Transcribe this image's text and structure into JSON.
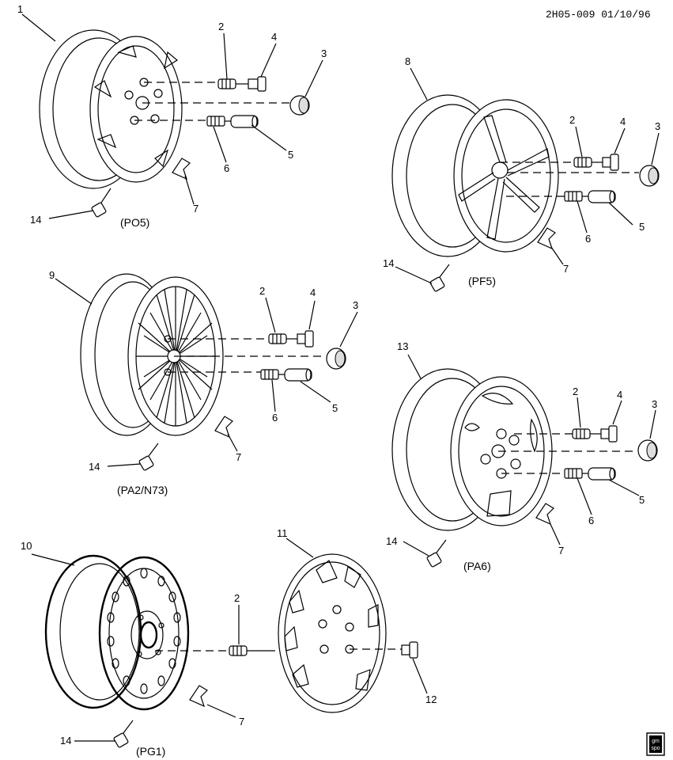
{
  "header": {
    "code": "2H05-009 01/10/96"
  },
  "wheel_codes": {
    "po5": "(PO5)",
    "pf5": "(PF5)",
    "pa2": "(PA2/N73)",
    "pa6": "(PA6)",
    "pg1": "(PG1)"
  },
  "callouts": {
    "po5": {
      "wheel": "1",
      "bolt": "2",
      "cap": "3",
      "nut": "4",
      "lock": "5",
      "stud": "6",
      "weight": "7",
      "valve": "14"
    },
    "pf5": {
      "wheel": "8",
      "bolt": "2",
      "cap": "3",
      "nut": "4",
      "lock": "5",
      "stud": "6",
      "weight": "7",
      "valve": "14"
    },
    "pa2": {
      "wheel": "9",
      "bolt": "2",
      "cap": "3",
      "nut": "4",
      "lock": "5",
      "stud": "6",
      "weight": "7",
      "valve": "14"
    },
    "pa6": {
      "wheel": "13",
      "bolt": "2",
      "cap": "3",
      "nut": "4",
      "lock": "5",
      "stud": "6",
      "weight": "7",
      "valve": "14"
    },
    "pg1": {
      "wheel": "10",
      "cover": "11",
      "bolt": "2",
      "nut": "12",
      "weight": "7",
      "valve": "14"
    }
  },
  "logo": {
    "line1": "gm",
    "line2": "spo"
  }
}
